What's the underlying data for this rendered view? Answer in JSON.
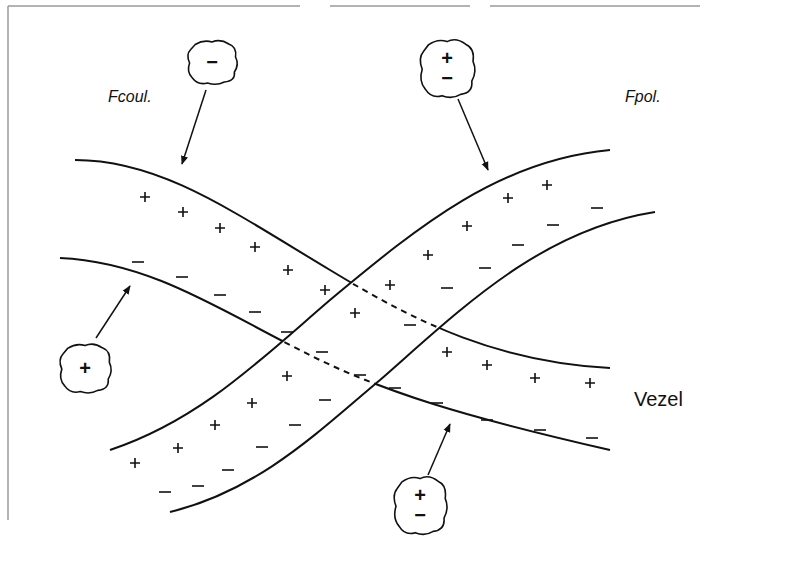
{
  "diagram": {
    "nodes": [
      {
        "text": [
          "−"
        ]
      },
      {
        "text": [
          "+",
          "−"
        ]
      },
      {
        "text": [
          "+"
        ]
      },
      {
        "text": [
          "+",
          "−"
        ]
      }
    ],
    "labels": [
      "Fcoul.",
      "Fpol.",
      "Vezel"
    ]
  }
}
